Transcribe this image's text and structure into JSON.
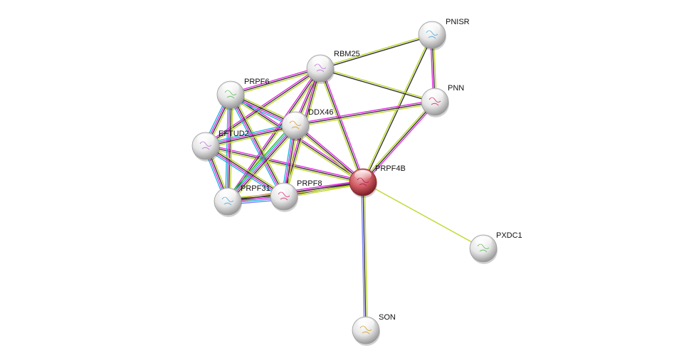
{
  "network": {
    "colors": {
      "textmining": "#c0d830",
      "coexpression": "#333333",
      "experiments": "#e030e0",
      "databases": "#20b8e0",
      "homology": "#8080ff",
      "neighborhood": "#20c020",
      "query_node": "#c8404a",
      "node": "#e8e8e8"
    },
    "nodes": [
      {
        "id": "PRPF4B",
        "label": "PRPF4B",
        "query": true
      },
      {
        "id": "RBM25",
        "label": "RBM25"
      },
      {
        "id": "PNISR",
        "label": "PNISR"
      },
      {
        "id": "PNN",
        "label": "PNN"
      },
      {
        "id": "PRPF6",
        "label": "PRPF6"
      },
      {
        "id": "DDX46",
        "label": "DDX46"
      },
      {
        "id": "EFTUD2",
        "label": "EFTUD2"
      },
      {
        "id": "PRPF31",
        "label": "PRPF31"
      },
      {
        "id": "PRPF8",
        "label": "PRPF8"
      },
      {
        "id": "PXDC1",
        "label": "PXDC1"
      },
      {
        "id": "SON",
        "label": "SON"
      }
    ],
    "edges": [
      {
        "a": "PRPF4B",
        "b": "RBM25",
        "types": [
          "textmining",
          "coexpression",
          "experiments"
        ]
      },
      {
        "a": "PRPF4B",
        "b": "PNISR",
        "types": [
          "textmining",
          "coexpression"
        ]
      },
      {
        "a": "PRPF4B",
        "b": "PNN",
        "types": [
          "textmining",
          "coexpression",
          "experiments"
        ]
      },
      {
        "a": "PRPF4B",
        "b": "PRPF6",
        "types": [
          "textmining",
          "coexpression",
          "experiments"
        ]
      },
      {
        "a": "PRPF4B",
        "b": "DDX46",
        "types": [
          "textmining",
          "coexpression",
          "experiments"
        ]
      },
      {
        "a": "PRPF4B",
        "b": "EFTUD2",
        "types": [
          "textmining",
          "coexpression",
          "experiments"
        ]
      },
      {
        "a": "PRPF4B",
        "b": "PRPF8",
        "types": [
          "textmining",
          "coexpression",
          "experiments"
        ]
      },
      {
        "a": "PRPF4B",
        "b": "PRPF31",
        "types": [
          "textmining",
          "coexpression",
          "experiments"
        ]
      },
      {
        "a": "PRPF4B",
        "b": "PXDC1",
        "types": [
          "textmining"
        ]
      },
      {
        "a": "PRPF4B",
        "b": "SON",
        "types": [
          "textmining",
          "coexpression",
          "homology"
        ]
      },
      {
        "a": "RBM25",
        "b": "PNISR",
        "types": [
          "textmining",
          "coexpression"
        ]
      },
      {
        "a": "RBM25",
        "b": "PNN",
        "types": [
          "textmining",
          "coexpression"
        ]
      },
      {
        "a": "RBM25",
        "b": "PRPF6",
        "types": [
          "textmining",
          "coexpression",
          "experiments"
        ]
      },
      {
        "a": "RBM25",
        "b": "DDX46",
        "types": [
          "textmining",
          "coexpression",
          "experiments"
        ]
      },
      {
        "a": "RBM25",
        "b": "EFTUD2",
        "types": [
          "textmining",
          "coexpression",
          "experiments"
        ]
      },
      {
        "a": "RBM25",
        "b": "PRPF8",
        "types": [
          "textmining",
          "coexpression",
          "experiments"
        ]
      },
      {
        "a": "RBM25",
        "b": "PRPF31",
        "types": [
          "textmining",
          "coexpression",
          "experiments"
        ]
      },
      {
        "a": "PNISR",
        "b": "PNN",
        "types": [
          "textmining",
          "coexpression",
          "experiments"
        ]
      },
      {
        "a": "PNN",
        "b": "DDX46",
        "types": [
          "textmining",
          "coexpression",
          "experiments"
        ]
      },
      {
        "a": "PRPF6",
        "b": "DDX46",
        "types": [
          "textmining",
          "coexpression",
          "experiments",
          "databases"
        ]
      },
      {
        "a": "PRPF6",
        "b": "EFTUD2",
        "types": [
          "textmining",
          "coexpression",
          "experiments",
          "databases"
        ]
      },
      {
        "a": "PRPF6",
        "b": "PRPF8",
        "types": [
          "textmining",
          "coexpression",
          "experiments",
          "databases"
        ]
      },
      {
        "a": "PRPF6",
        "b": "PRPF31",
        "types": [
          "textmining",
          "coexpression",
          "experiments",
          "databases"
        ]
      },
      {
        "a": "DDX46",
        "b": "EFTUD2",
        "types": [
          "textmining",
          "coexpression",
          "experiments",
          "databases"
        ]
      },
      {
        "a": "DDX46",
        "b": "PRPF8",
        "types": [
          "textmining",
          "coexpression",
          "experiments",
          "databases"
        ]
      },
      {
        "a": "DDX46",
        "b": "PRPF31",
        "types": [
          "textmining",
          "coexpression",
          "experiments",
          "databases",
          "neighborhood"
        ]
      },
      {
        "a": "EFTUD2",
        "b": "PRPF8",
        "types": [
          "textmining",
          "coexpression",
          "experiments",
          "databases"
        ]
      },
      {
        "a": "EFTUD2",
        "b": "PRPF31",
        "types": [
          "textmining",
          "coexpression",
          "experiments",
          "databases"
        ]
      },
      {
        "a": "PRPF31",
        "b": "PRPF8",
        "types": [
          "textmining",
          "coexpression",
          "experiments",
          "databases",
          "homology"
        ]
      }
    ]
  }
}
